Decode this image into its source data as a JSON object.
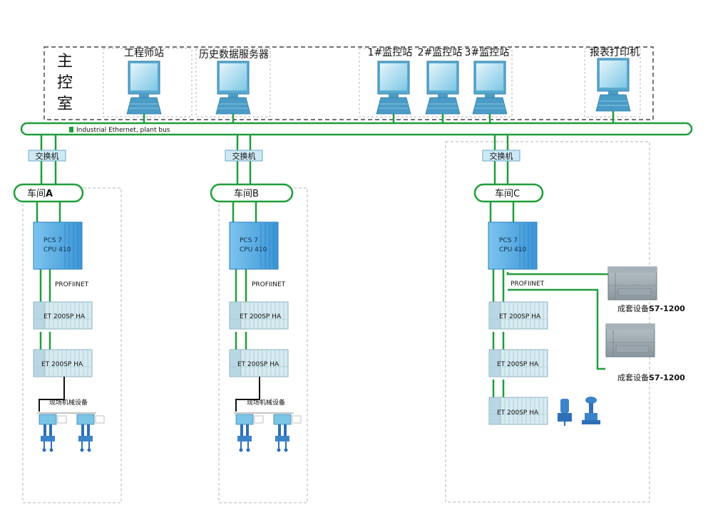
{
  "control_room": {
    "title_chars": [
      "主",
      "控",
      "室"
    ],
    "stations": [
      {
        "label": "工程师站"
      },
      {
        "label": "历史数据服务器"
      },
      {
        "label": "1#监控站"
      },
      {
        "label": "2#监控站"
      },
      {
        "label": "3#监控站"
      },
      {
        "label": "报表打印机"
      }
    ]
  },
  "bus": {
    "label": "Industrial Ethernet, plant bus"
  },
  "workshops": [
    {
      "switch_label": "交换机",
      "ring_label": "车间",
      "ring_suffix": "A",
      "cpu_line1": "PCS 7",
      "cpu_line2": "CPU 410",
      "profinet": "PROFIINET",
      "io1": "ET 200SP HA",
      "io2": "ET 200SP HA",
      "field_label": "现场机械设备"
    },
    {
      "switch_label": "交换机",
      "ring_label": "车间B",
      "cpu_line1": "PCS 7",
      "cpu_line2": "CPU 410",
      "profinet": "PROFIINET",
      "io1": "ET 200SP HA",
      "io2": "ET 200SP HA",
      "field_label": "现场机械设备"
    },
    {
      "switch_label": "交换机",
      "ring_label": "车间C",
      "cpu_line1": "PCS 7",
      "cpu_line2": "CPU 410",
      "profinet": "PROFIINET",
      "io1": "ET 200SP HA",
      "io2": "ET 200SP HA",
      "io3": "ET 200SP HA",
      "plc1_prefix": "成套设备",
      "plc1_suffix": "S7-1200",
      "plc2_prefix": "成套设备",
      "plc2_suffix": "S7-1200"
    }
  ],
  "colors": {
    "green": "#1e9e3a",
    "cpu_blue": "#5aaee6",
    "module": "#cfe6ee",
    "monitor": "#5fb4d9",
    "dashed": "#9a9a9a"
  }
}
